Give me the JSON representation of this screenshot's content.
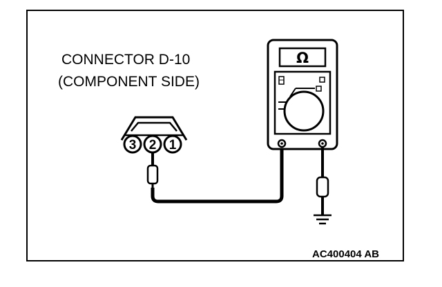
{
  "labels": {
    "connector_name": "CONNECTOR D-10",
    "connector_side": "(COMPONENT SIDE)",
    "figure_code": "AC400404 AB"
  },
  "multimeter": {
    "display_symbol": "Ω"
  },
  "connector": {
    "pins": [
      "3",
      "2",
      "1"
    ],
    "probed_pin": "2"
  }
}
